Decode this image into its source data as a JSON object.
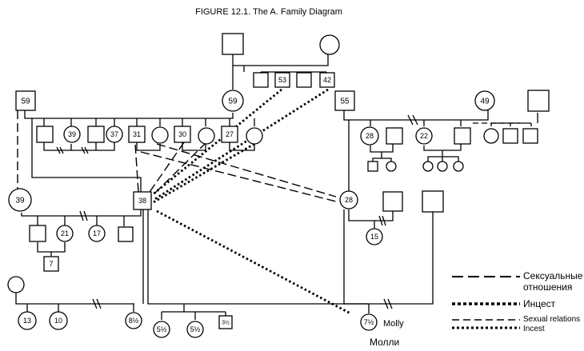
{
  "figure": {
    "title": "FIGURE 12.1. The A. Family Diagram"
  },
  "colors": {
    "ink": "#000000",
    "paper": "#ffffff"
  },
  "people": {
    "gp_top_father": "",
    "gp_top_mother": "",
    "sib_1": "",
    "sib_53": "53",
    "sib_3": "",
    "sib_42": "42",
    "mother_59": "59",
    "father_59": "59",
    "c1_square": "",
    "c2_39": "39",
    "c3_square": "",
    "c4_37": "37",
    "c5_31": "31",
    "c6_circle": "",
    "c7_30": "30",
    "c8_circle": "",
    "c9_27": "27",
    "c10_circle": "",
    "r_55": "55",
    "r_49": "49",
    "r_top_square": "",
    "r_28": "28",
    "r_sq_a": "",
    "r_22": "22",
    "r_sq_b": "",
    "r_circ_c": "",
    "r_sq_d": "",
    "r_sq_e": "",
    "r_gc_sq": "",
    "r_gc_c1": "",
    "r_gc_c2": "",
    "r_gc_c3": "",
    "r_gc_c4": "",
    "left_39": "39",
    "index_38": "38",
    "woman_28": "28",
    "husband_28": "",
    "other_sq": "",
    "child_15": "15",
    "l_sq_a": "",
    "l_21": "21",
    "l_17": "17",
    "l_sq_b": "",
    "grandchild_7": "7",
    "wife2": "",
    "child_13": "13",
    "child_10": "10",
    "child_8h": "8½",
    "child_5h_a": "5½",
    "child_5h_b": "5½",
    "child_3h": "3½",
    "molly_age": "7½"
  },
  "labels": {
    "molly_en": "Molly",
    "molly_ru": "Молли"
  },
  "legend": [
    {
      "style": "dash-long",
      "label": "Сексуальные отношения"
    },
    {
      "style": "dots",
      "label": "Инцест"
    },
    {
      "style": "dash-short",
      "label": "Sexual relations"
    },
    {
      "style": "dots-small",
      "label": "Incest"
    }
  ]
}
